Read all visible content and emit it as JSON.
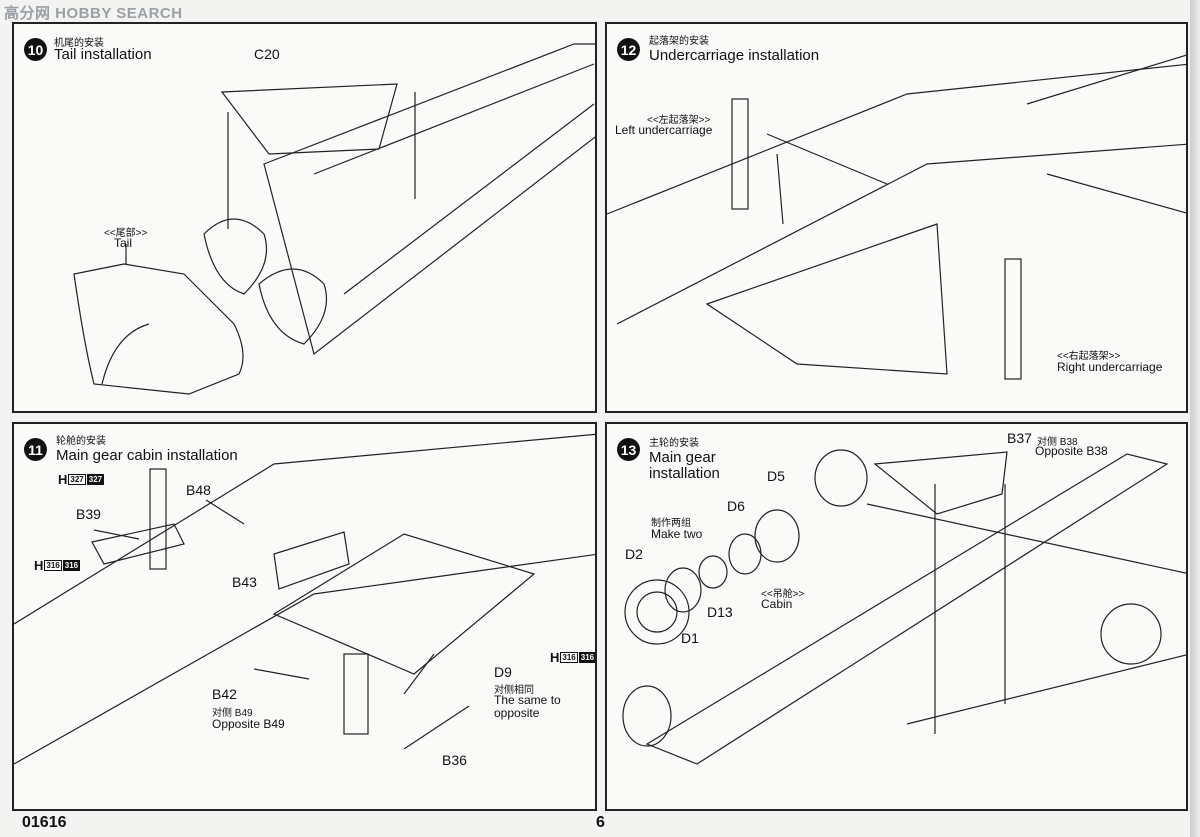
{
  "watermark": "高分网 HOBBY SEARCH",
  "footer": {
    "code": "01616",
    "page": "6"
  },
  "steps": {
    "s10": {
      "num": "10",
      "title_cn": "机尾的安装",
      "title": "Tail installation",
      "parts": {
        "c20": "C20",
        "tail_cn": "<<尾部>>",
        "tail": "Tail"
      }
    },
    "s12": {
      "num": "12",
      "title_cn": "起落架的安装",
      "title": "Undercarriage installation",
      "parts": {
        "left_cn": "<<左起落架>>",
        "left": "Left undercarriage",
        "right_cn": "<<右起落架>>",
        "right": "Right undercarriage"
      }
    },
    "s11": {
      "num": "11",
      "title_cn": "轮舱的安装",
      "title": "Main gear cabin installation",
      "parts": {
        "h327": "H",
        "h327a": "327",
        "h327b": "327",
        "b48": "B48",
        "b39": "B39",
        "h316": "H",
        "h316a": "316",
        "h316b": "316",
        "b43": "B43",
        "h316r": "H",
        "h316ra": "316",
        "h316rb": "316",
        "d9": "D9",
        "d9_cn": "对侧相同",
        "d9_en1": "The same to",
        "d9_en2": "opposite",
        "b42": "B42",
        "b42_cn": "对侧 B49",
        "b42_en": "Opposite B49",
        "b36": "B36"
      }
    },
    "s13": {
      "num": "13",
      "title_cn": "主轮的安装",
      "title1": "Main gear",
      "title2": "installation",
      "parts": {
        "b37": "B37",
        "b37_cn": "对侧 B38",
        "b37_en": "Opposite B38",
        "d5": "D5",
        "d6": "D6",
        "make_cn": "制作两组",
        "make": "Make two",
        "d2": "D2",
        "d13": "D13",
        "d1": "D1",
        "cabin_cn": "<<吊舱>>",
        "cabin": "Cabin"
      }
    }
  }
}
